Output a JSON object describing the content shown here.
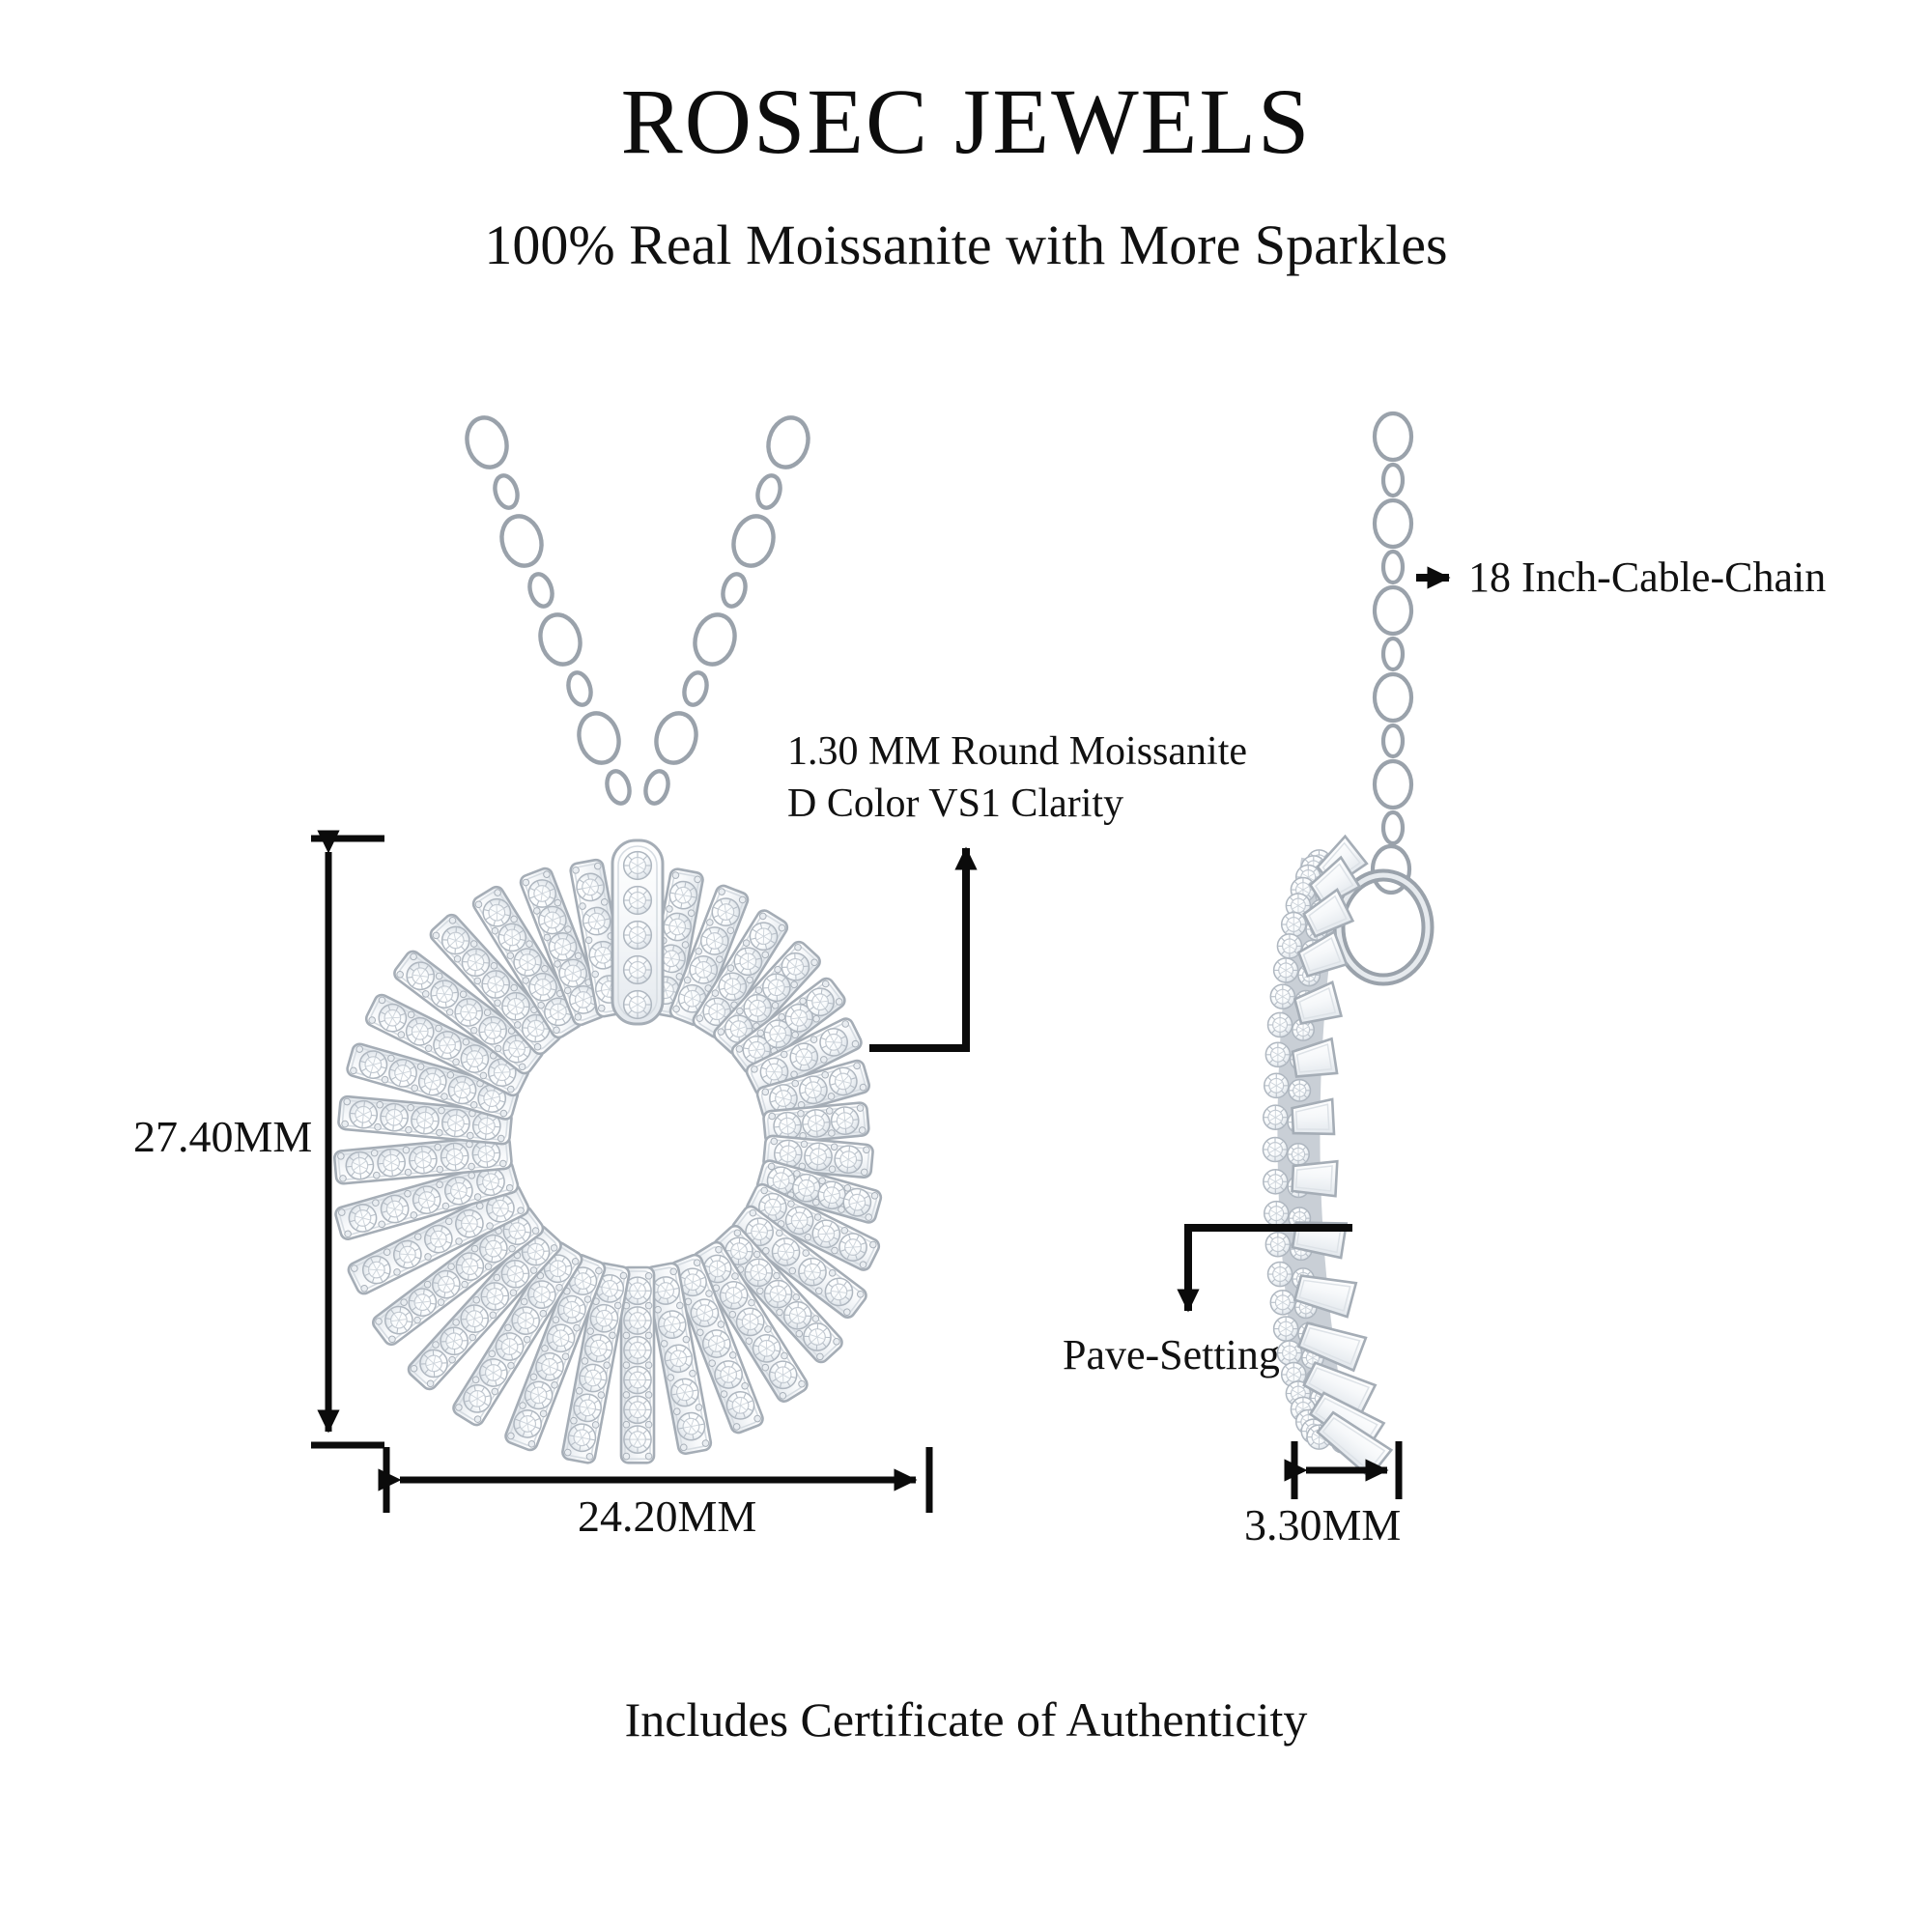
{
  "header": {
    "brand": "ROSEC JEWELS",
    "tagline": "100% Real Moissanite with More Sparkles"
  },
  "footer": {
    "note": "Includes Certificate of Authenticity"
  },
  "annotations": {
    "stone_line1": "1.30 MM Round Moissanite",
    "stone_line2": "D Color VS1 Clarity",
    "chain": "18 Inch-Cable-Chain",
    "setting": "Pave-Setting"
  },
  "dimensions": {
    "height": "27.40MM",
    "width": "24.20MM",
    "depth": "3.30MM"
  },
  "product": {
    "view_front": "sunburst-circle-pendant-front",
    "view_side": "sunburst-circle-pendant-side",
    "chain_type": "cable-chain"
  },
  "colors": {
    "ink": "#0b0b0b",
    "background": "#ffffff",
    "metal_outline": "#9aa2ab",
    "metal_light": "#eef1f4",
    "stone_fill": "#fbfcfd"
  }
}
